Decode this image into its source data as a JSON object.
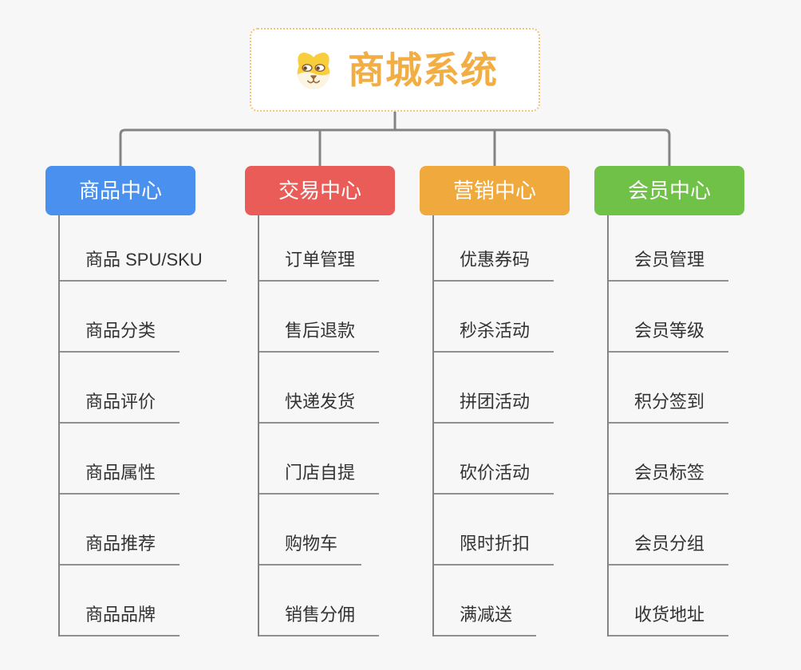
{
  "root": {
    "title": "商城系统",
    "icon": "dog-face-icon",
    "title_color": "#f2ae43",
    "border_color": "#f4c377"
  },
  "branches": [
    {
      "label": "商品中心",
      "color": "#4a90ee",
      "children": [
        "商品 SPU/SKU",
        "商品分类",
        "商品评价",
        "商品属性",
        "商品推荐",
        "商品品牌"
      ]
    },
    {
      "label": "交易中心",
      "color": "#e95c58",
      "children": [
        "订单管理",
        "售后退款",
        "快递发货",
        "门店自提",
        "购物车",
        "销售分佣"
      ]
    },
    {
      "label": "营销中心",
      "color": "#efa93d",
      "children": [
        "优惠券码",
        "秒杀活动",
        "拼团活动",
        "砍价活动",
        "限时折扣",
        "满减送"
      ]
    },
    {
      "label": "会员中心",
      "color": "#6fc147",
      "children": [
        "会员管理",
        "会员等级",
        "积分签到",
        "会员标签",
        "会员分组",
        "收货地址"
      ]
    }
  ],
  "colors": {
    "background": "#f7f7f7",
    "connector": "#848484",
    "underline": "#909090",
    "sub_topic_text": "#333333"
  }
}
